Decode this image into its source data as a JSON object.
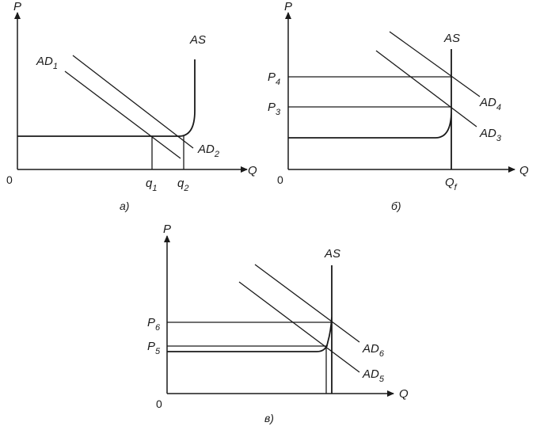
{
  "panel_a": {
    "axis_y": "P",
    "axis_x": "Q",
    "origin": "0",
    "as_label": "AS",
    "ad1": {
      "main": "AD",
      "sub": "1"
    },
    "ad2": {
      "main": "AD",
      "sub": "2"
    },
    "q1": {
      "main": "q",
      "sub": "1"
    },
    "q2": {
      "main": "q",
      "sub": "2"
    },
    "caption": "а)"
  },
  "panel_b": {
    "axis_y": "P",
    "axis_x": "Q",
    "origin": "0",
    "as_label": "AS",
    "p4": {
      "main": "P",
      "sub": "4"
    },
    "p3": {
      "main": "P",
      "sub": "3"
    },
    "ad4": {
      "main": "AD",
      "sub": "4"
    },
    "ad3": {
      "main": "AD",
      "sub": "3"
    },
    "qf": {
      "main": "Q",
      "sub": "f"
    },
    "caption": "б)"
  },
  "panel_c": {
    "axis_y": "P",
    "axis_x": "Q",
    "origin": "0",
    "as_label": "AS",
    "p6": {
      "main": "P",
      "sub": "6"
    },
    "p5": {
      "main": "P",
      "sub": "5"
    },
    "ad6": {
      "main": "AD",
      "sub": "6"
    },
    "ad5": {
      "main": "AD",
      "sub": "5"
    },
    "caption": "в)"
  }
}
